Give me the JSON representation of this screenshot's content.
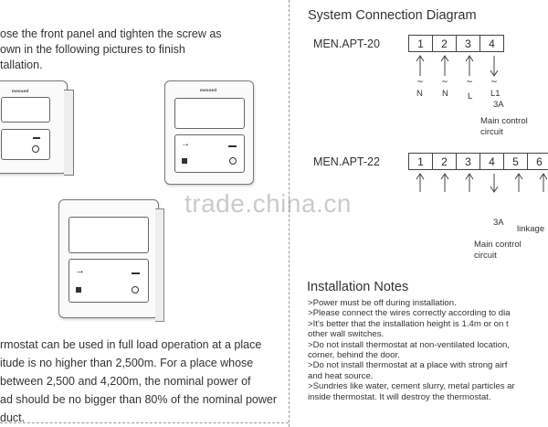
{
  "left_top": {
    "line1": "ose the front panel and tighten the screw as",
    "line2": "own in the following pictures to finish",
    "line3": "tallation."
  },
  "left_bottom": {
    "line1": "rmostat can be used in full load operation  at a place",
    "line2": "itude is no higher than 2,500m. For a place whose",
    "line3": "between 2,500 and 4,200m, the nominal power of",
    "line4": "ad should be no bigger than 80% of the nominal power",
    "line5": "duct."
  },
  "device": {
    "logo": "meoxed"
  },
  "diagram": {
    "title": "System Connection Diagram",
    "model1": {
      "name": "MEN.APT-20",
      "terminals": [
        "1",
        "2",
        "3",
        "4"
      ],
      "labels": [
        "N",
        "N",
        "L",
        "L1"
      ],
      "sublabel": "3A",
      "caption_line1": "Main control",
      "caption_line2": "circuit"
    },
    "model2": {
      "name": "MEN.APT-22",
      "terminals": [
        "1",
        "2",
        "3",
        "4",
        "5",
        "6"
      ],
      "sublabel": "3A",
      "linkage": "linkage",
      "caption_line1": "Main control",
      "caption_line2": "circuit"
    }
  },
  "notes": {
    "title": "Installation Notes",
    "items": [
      ">Power must be off during installation.",
      ">Please connect the wires correctly according to dia",
      ">It's better that the installation height is 1.4m or on t",
      "  other wall switches.",
      ">Do not install thermostat at non-ventilated location,",
      "  corner, behind the door.",
      ">Do not install thermostat at a place with strong airf",
      "  and heat source.",
      ">Sundries like water, cement slurry, metal particles ar",
      "  inside thermostat. It will destroy the thermostat."
    ]
  },
  "watermark": "trade.china.cn",
  "colors": {
    "text": "#333333",
    "line": "#444444",
    "watermark": "#a0a0a0"
  }
}
